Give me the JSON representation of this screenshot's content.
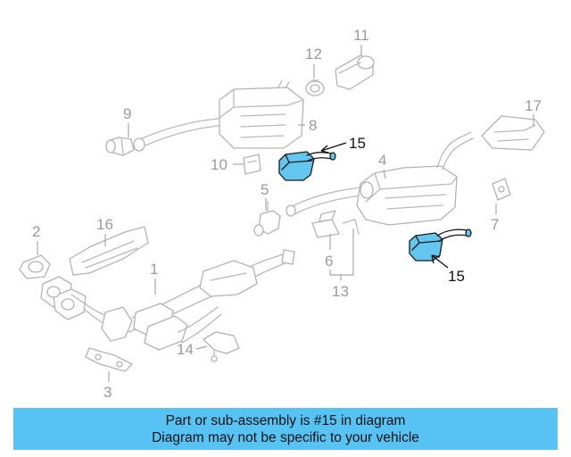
{
  "callouts": {
    "c1": "1",
    "c2": "2",
    "c3": "3",
    "c4": "4",
    "c5": "5",
    "c6": "6",
    "c7": "7",
    "c8": "8",
    "c9": "9",
    "c10": "10",
    "c11": "11",
    "c12": "12",
    "c13": "13",
    "c14": "14",
    "c15a": "15",
    "c15b": "15",
    "c16": "16",
    "c17": "17"
  },
  "highlight_color": "#62c6ee",
  "banner": {
    "color": "#57c2f4",
    "line1": "Part or sub-assembly is #15 in diagram",
    "line2": "Diagram may not be specific to your vehicle"
  }
}
